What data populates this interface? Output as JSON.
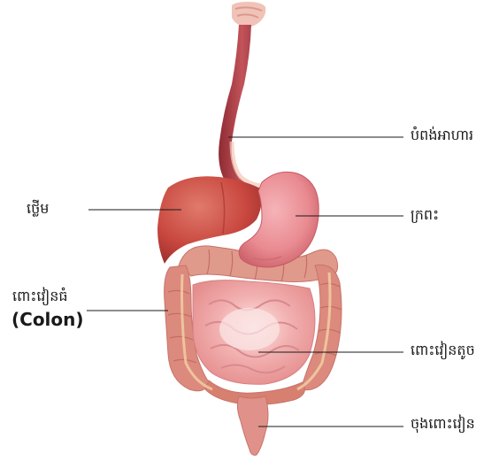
{
  "labels": {
    "esophagus": "បំពង់អាហារ",
    "stomach": "ក្រពះ",
    "liver": "ថ្លើម",
    "colon_km": "ពោះវៀនធំ",
    "colon_en": "(Colon)",
    "small_intestine": "ពោះវៀនតូច",
    "rectum": "ចុងពោះវៀន"
  },
  "colors": {
    "esophagus": "#b8434a",
    "stomach": "#e47f85",
    "liver": "#c5443f",
    "colon": "#de8e82",
    "small_intestine": "#efa3a3",
    "small_intestine_highlight": "#f8d9d9",
    "leader_line": "#1a1a1a"
  }
}
